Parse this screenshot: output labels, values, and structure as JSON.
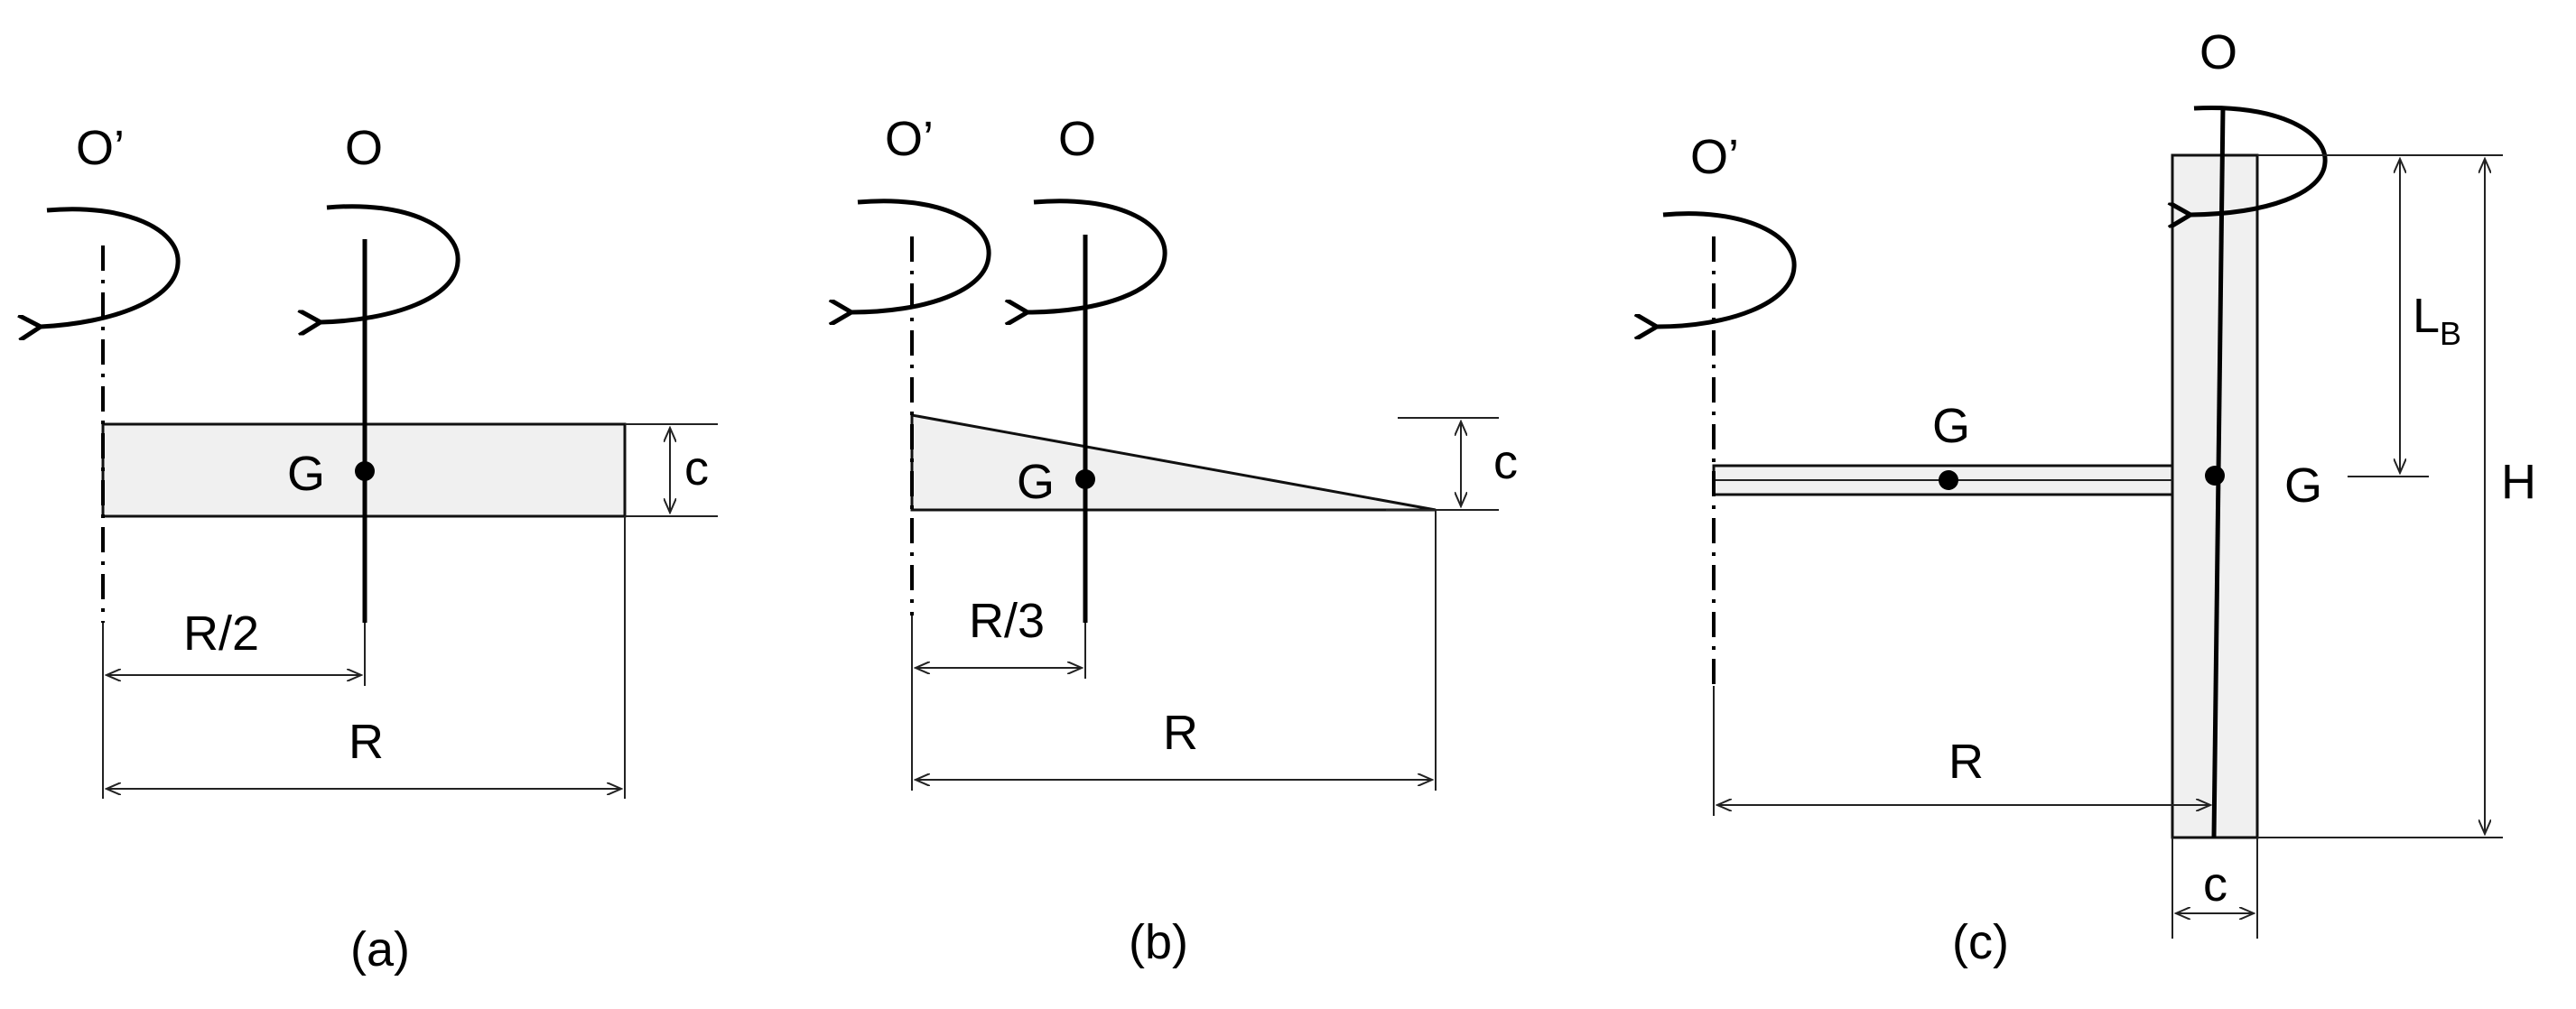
{
  "figure": {
    "panel_a": {
      "caption": "(a)",
      "axis_primary": "O’",
      "axis_secondary": "O",
      "centroid": "G",
      "thickness": "c",
      "offset": "R/2",
      "length": "R"
    },
    "panel_b": {
      "caption": "(b)",
      "axis_primary": "O’",
      "axis_secondary": "O",
      "centroid": "G",
      "thickness": "c",
      "offset": "R/3",
      "length": "R"
    },
    "panel_c": {
      "caption": "(c)",
      "axis_primary": "O’",
      "axis_secondary": "O",
      "centroid_arm": "G",
      "centroid_blade": "G",
      "blade_length_main": "L",
      "blade_length_sub": "B",
      "height": "H",
      "thickness": "c",
      "radius": "R"
    }
  },
  "colors": {
    "body_fill": "#f0f0f0",
    "stroke": "#000000"
  }
}
